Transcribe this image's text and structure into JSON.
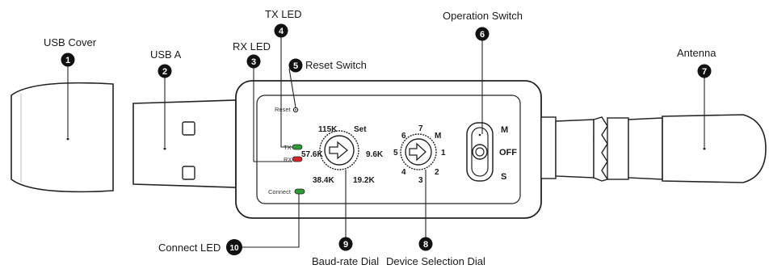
{
  "labels": {
    "usb_cover": "USB Cover",
    "usb_a": "USB A",
    "rx_led": "RX LED",
    "tx_led": "TX LED",
    "reset_switch": "Reset Switch",
    "operation_switch": "Operation Switch",
    "antenna": "Antenna",
    "baud_rate_dial": "Baud-rate Dial",
    "device_selection_dial": "Device Selection Dial",
    "connect_led": "Connect LED"
  },
  "markers": [
    "1",
    "2",
    "3",
    "4",
    "5",
    "6",
    "7",
    "8",
    "9",
    "10"
  ],
  "device_text": {
    "reset": "Reset",
    "tx": "TX",
    "rx": "RX",
    "connect": "Connect"
  },
  "baud_dial": {
    "top_left": "115K",
    "top_right": "Set",
    "left": "57.6K",
    "right": "9.6K",
    "bottom_left": "38.4K",
    "bottom_right": "19.2K"
  },
  "device_dial": {
    "n1": "1",
    "n2": "2",
    "n3": "3",
    "n4": "4",
    "n5": "5",
    "n6": "6",
    "n7": "7",
    "nM": "M"
  },
  "operation_switch": {
    "m": "M",
    "off": "OFF",
    "s": "S"
  },
  "colors": {
    "led_green": "#2e9a3a",
    "led_red": "#d3242a",
    "outline": "#222222"
  }
}
